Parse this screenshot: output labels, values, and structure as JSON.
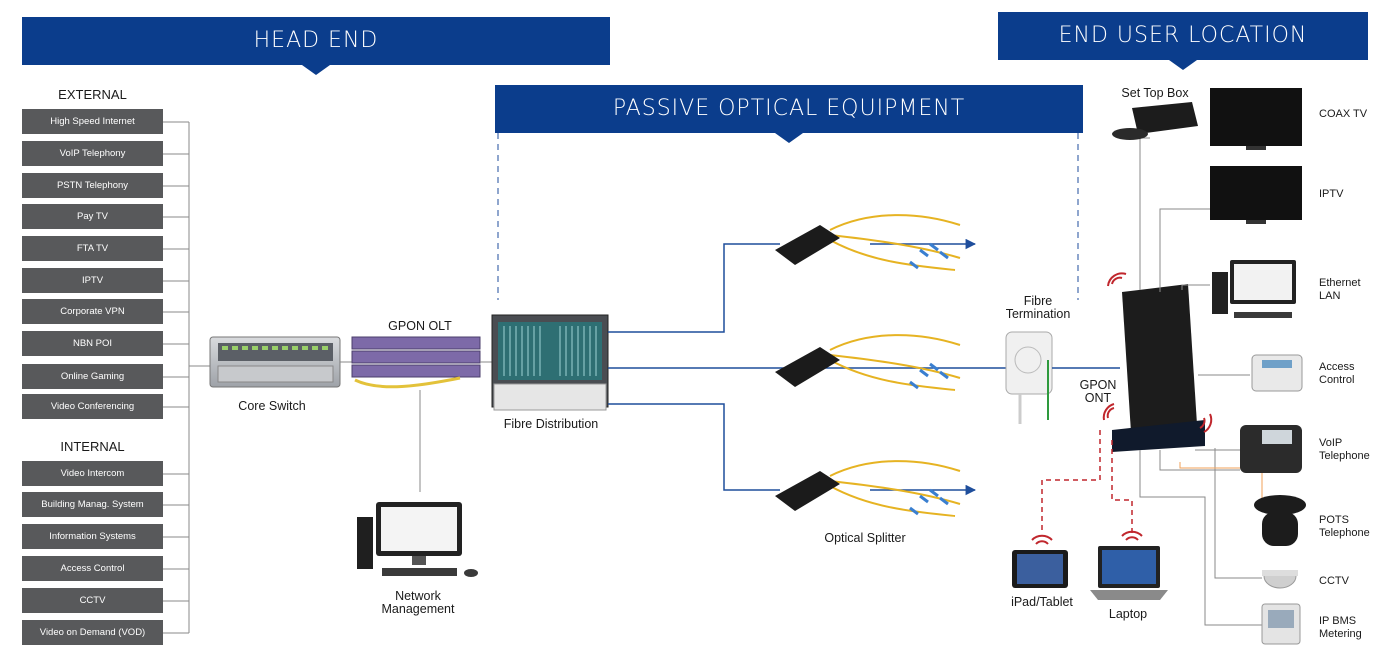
{
  "banners": {
    "head_end": "HEAD END",
    "passive": "PASSIVE OPTICAL EQUIPMENT",
    "end_user": "END USER LOCATION"
  },
  "external": {
    "title": "EXTERNAL",
    "items": [
      "High Speed Internet",
      "VoIP Telephony",
      "PSTN Telephony",
      "Pay TV",
      "FTA TV",
      "IPTV",
      "Corporate VPN",
      "NBN POI",
      "Online Gaming",
      "Video Conferencing"
    ]
  },
  "internal": {
    "title": "INTERNAL",
    "items": [
      "Video Intercom",
      "Building Manag. System",
      "Information Systems",
      "Access Control",
      "CCTV",
      "Video on Demand (VOD)"
    ]
  },
  "labels": {
    "core_switch": "Core Switch",
    "gpon_olt": "GPON OLT",
    "fibre_distribution": "Fibre Distribution",
    "network_management": "Network Management",
    "optical_splitter": "Optical Splitter",
    "fibre_termination": "Fibre Termination",
    "gpon_ont": "GPON ONT",
    "set_top_box": "Set Top Box",
    "ipad_tablet": "iPad/Tablet",
    "laptop": "Laptop"
  },
  "end_devices": [
    "COAX TV",
    "IPTV",
    "Ethernet LAN",
    "Access Control",
    "VoIP Telephone",
    "POTS Telephone",
    "CCTV",
    "IP BMS Metering"
  ],
  "colors": {
    "banner": "#0b3d8c",
    "service_box": "#58595b",
    "link": "#1f4e9c",
    "wifi": "#c0272d",
    "pots": "#f2a15a"
  }
}
